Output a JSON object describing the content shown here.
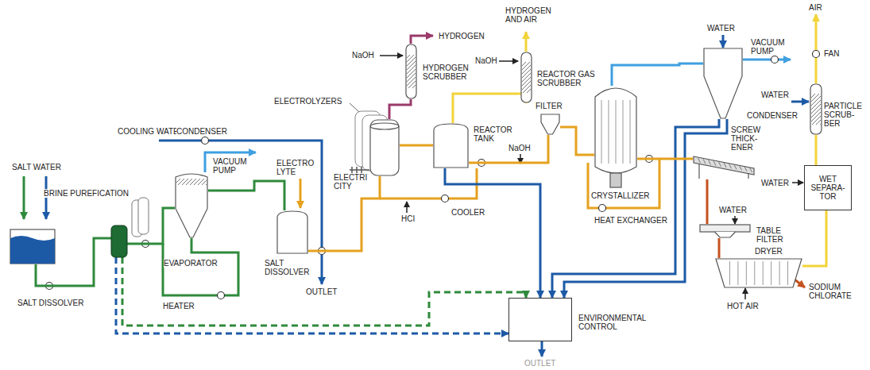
{
  "diagram": {
    "nodes": [
      {
        "text": [
          "SALT DISSOLVER"
        ]
      },
      {
        "text": [
          "BRINE PUREFICATION"
        ]
      },
      {
        "text": [
          "EVAPORATOR"
        ]
      },
      {
        "text": [
          "SALT DISSOLVER"
        ]
      },
      {
        "text": [
          "ELECTROLYZERS"
        ]
      },
      {
        "text": [
          "HYDROGEN SCRUBBER"
        ]
      },
      {
        "text": [
          "REACTOR TANK"
        ]
      },
      {
        "text": [
          "REACTOR GAS SCRUBBER"
        ]
      },
      {
        "text": [
          "FILTER"
        ]
      },
      {
        "text": [
          "CRYSTALLIZER"
        ]
      },
      {
        "text": [
          "CONDENSER"
        ]
      },
      {
        "text": [
          "PARTICLE SCRUB- BER"
        ]
      },
      {
        "text": [
          "WET SEPARA- TOR"
        ]
      },
      {
        "text": [
          "SCREW THICK- ENER"
        ]
      },
      {
        "text": [
          "TABLE FILTER"
        ]
      },
      {
        "text": [
          "DRYER"
        ]
      },
      {
        "text": [
          "ENVIRONMENTAL CONTROL"
        ]
      }
    ],
    "edges": [
      {
        "from": 0,
        "to": 1,
        "arrow": "none"
      },
      {
        "from": 1,
        "to": 2,
        "arrow": "none"
      },
      {
        "from": 2,
        "to": 3,
        "arrow": "none"
      },
      {
        "from": 3,
        "to": 4,
        "arrow": "none"
      },
      {
        "from": 4,
        "to": 5,
        "arrow": "none"
      },
      {
        "from": 4,
        "to": 6,
        "arrow": "none"
      },
      {
        "from": 6,
        "to": 7,
        "arrow": "none"
      },
      {
        "from": 6,
        "to": 8,
        "arrow": "none"
      },
      {
        "from": 8,
        "to": 9,
        "arrow": "none"
      },
      {
        "from": 9,
        "to": 10,
        "arrow": "none"
      },
      {
        "from": 6,
        "to": 16,
        "arrow": "to"
      },
      {
        "from": 10,
        "to": 16,
        "arrow": "to"
      },
      {
        "from": 10,
        "to": 16,
        "arrow": "to"
      },
      {
        "from": 1,
        "to": 16,
        "arrow": "to"
      },
      {
        "from": 1,
        "to": 16,
        "arrow": "to"
      },
      {
        "from": 9,
        "to": 13,
        "arrow": "none"
      },
      {
        "from": 13,
        "to": 14,
        "arrow": "none"
      },
      {
        "from": 14,
        "to": 15,
        "arrow": "none"
      },
      {
        "from": 15,
        "to": 12,
        "arrow": "none"
      },
      {
        "from": 12,
        "to": 11,
        "arrow": "none"
      }
    ],
    "labels": [
      "SALT WATER",
      "COOLING WATER",
      "CONDENSER",
      "VACUUM PUMP",
      "HEATER",
      "ELECTRO LYTE",
      "OUTLET",
      "HYDROGEN",
      "NaOH",
      "ELECTRI CITY",
      "HCI",
      "COOLER",
      "HYDROGEN AND AIR",
      "NaOH",
      "NaOH",
      "HEAT EXCHANGER",
      "WATER",
      "VACUUM PUMP",
      "AIR",
      "FAN",
      "WATER",
      "WATER",
      "WATER",
      "HOT AIR",
      "SODIUM CHLORATE",
      "OUTLET"
    ]
  }
}
